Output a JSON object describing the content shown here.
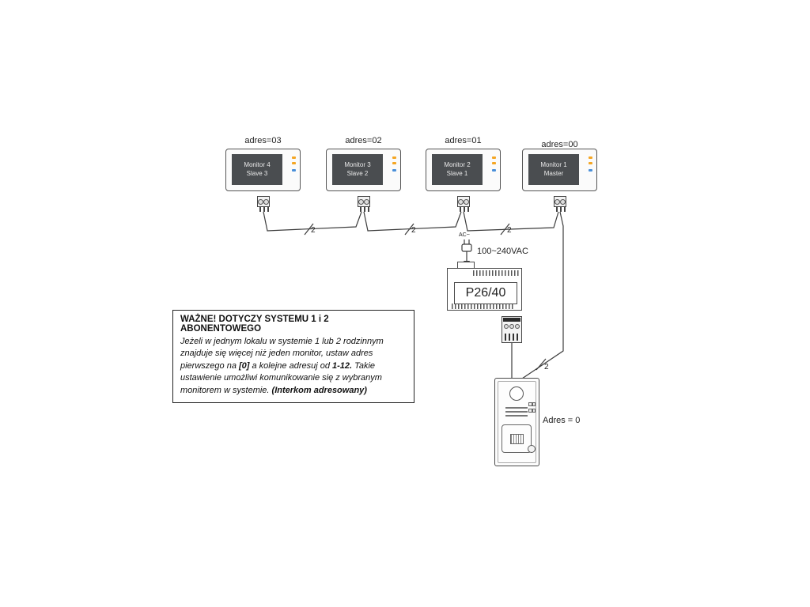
{
  "monitors": [
    {
      "adres": "adres=03",
      "name": "Monitor 4",
      "role": "Slave 3"
    },
    {
      "adres": "adres=02",
      "name": "Monitor 3",
      "role": "Slave 2"
    },
    {
      "adres": "adres=01",
      "name": "Monitor 2",
      "role": "Slave 1"
    },
    {
      "adres": "adres=00",
      "name": "Monitor 1",
      "role": "Master"
    }
  ],
  "wiring": {
    "pair_count": "2"
  },
  "power_supply": {
    "model": "P26/40",
    "ac_label": "AC~",
    "voltage": "100~240VAC"
  },
  "door_station": {
    "address_label": "Adres = 0"
  },
  "notice": {
    "title": "WAŻNE! DOTYCZY SYSTEMU 1 i 2 ABONENTOWEGO",
    "body_1": "Jeżeli w jednym lokalu w systemie 1 lub 2 rodzinnym znajduje się więcej niż jeden monitor, ustaw adres pierwszego na ",
    "bold_1": "[0]",
    "body_2": " a kolejne adresuj od ",
    "bold_2": "1-12.",
    "body_3": " Takie ustawienie umożliwi komunikowanie się z wybranym monitorem w systemie. ",
    "bold_3": "(Interkom adresowany)"
  },
  "colors": {
    "line": "#3c3c3c",
    "screen": "#4a4d50",
    "accent_orange": "#f5a623",
    "accent_blue": "#4a90d9"
  }
}
